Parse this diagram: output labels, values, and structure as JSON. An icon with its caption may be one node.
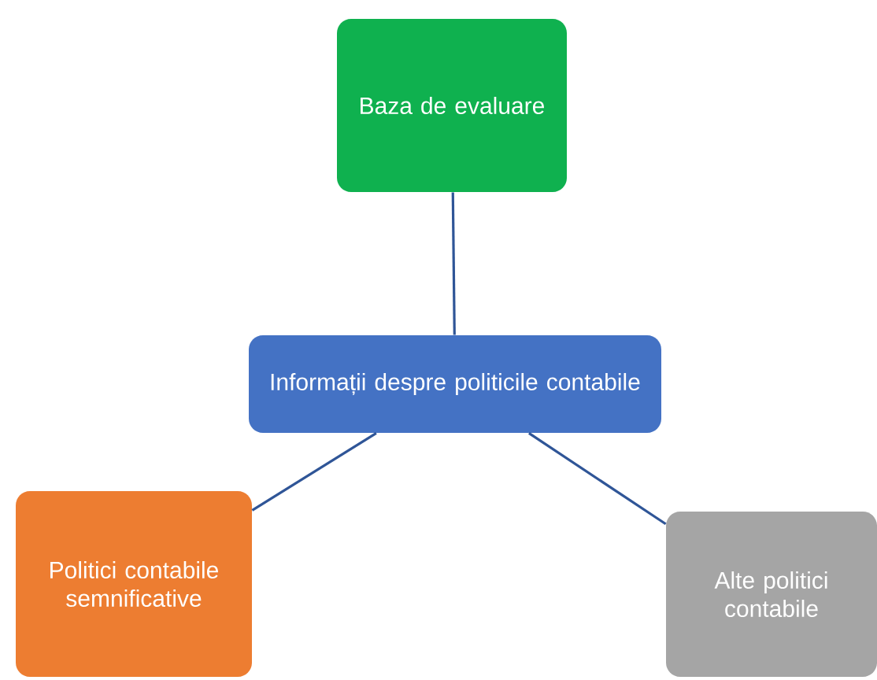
{
  "diagram": {
    "nodes": [
      {
        "text": [
          "Baza de evaluare"
        ]
      },
      {
        "text": [
          "Informații despre politicile contabile"
        ]
      },
      {
        "text": [
          "Politici contabile semnificative"
        ]
      },
      {
        "text": [
          "Alte politici contabile"
        ]
      }
    ],
    "edges": [
      {
        "from": 1,
        "to": 0,
        "arrow": "none"
      },
      {
        "from": 1,
        "to": 2,
        "arrow": "none"
      },
      {
        "from": 1,
        "to": 3,
        "arrow": "none"
      }
    ]
  }
}
